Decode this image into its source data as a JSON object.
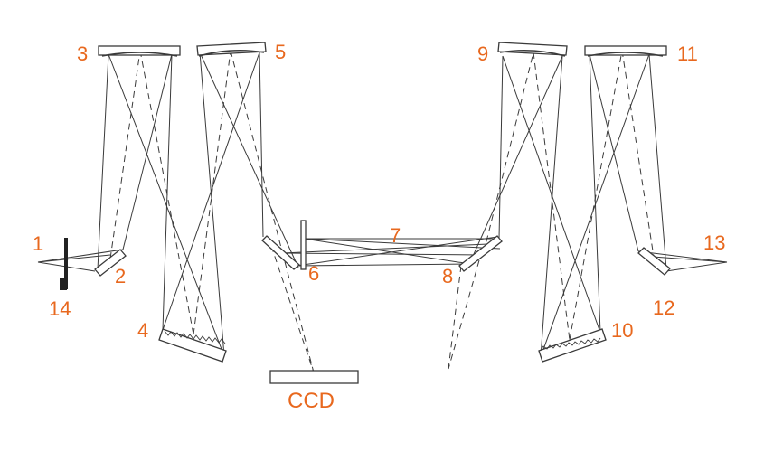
{
  "labels": {
    "n1": "1",
    "n2": "2",
    "n3": "3",
    "n4": "4",
    "n5": "5",
    "n6": "6",
    "n7": "7",
    "n8": "8",
    "n9": "9",
    "n10": "10",
    "n11": "11",
    "n12": "12",
    "n13": "13",
    "n14": "14",
    "ccd": "CCD"
  },
  "colors": {
    "label": "#e8681e",
    "line": "#3a3a3a",
    "shutter": "#222222"
  }
}
